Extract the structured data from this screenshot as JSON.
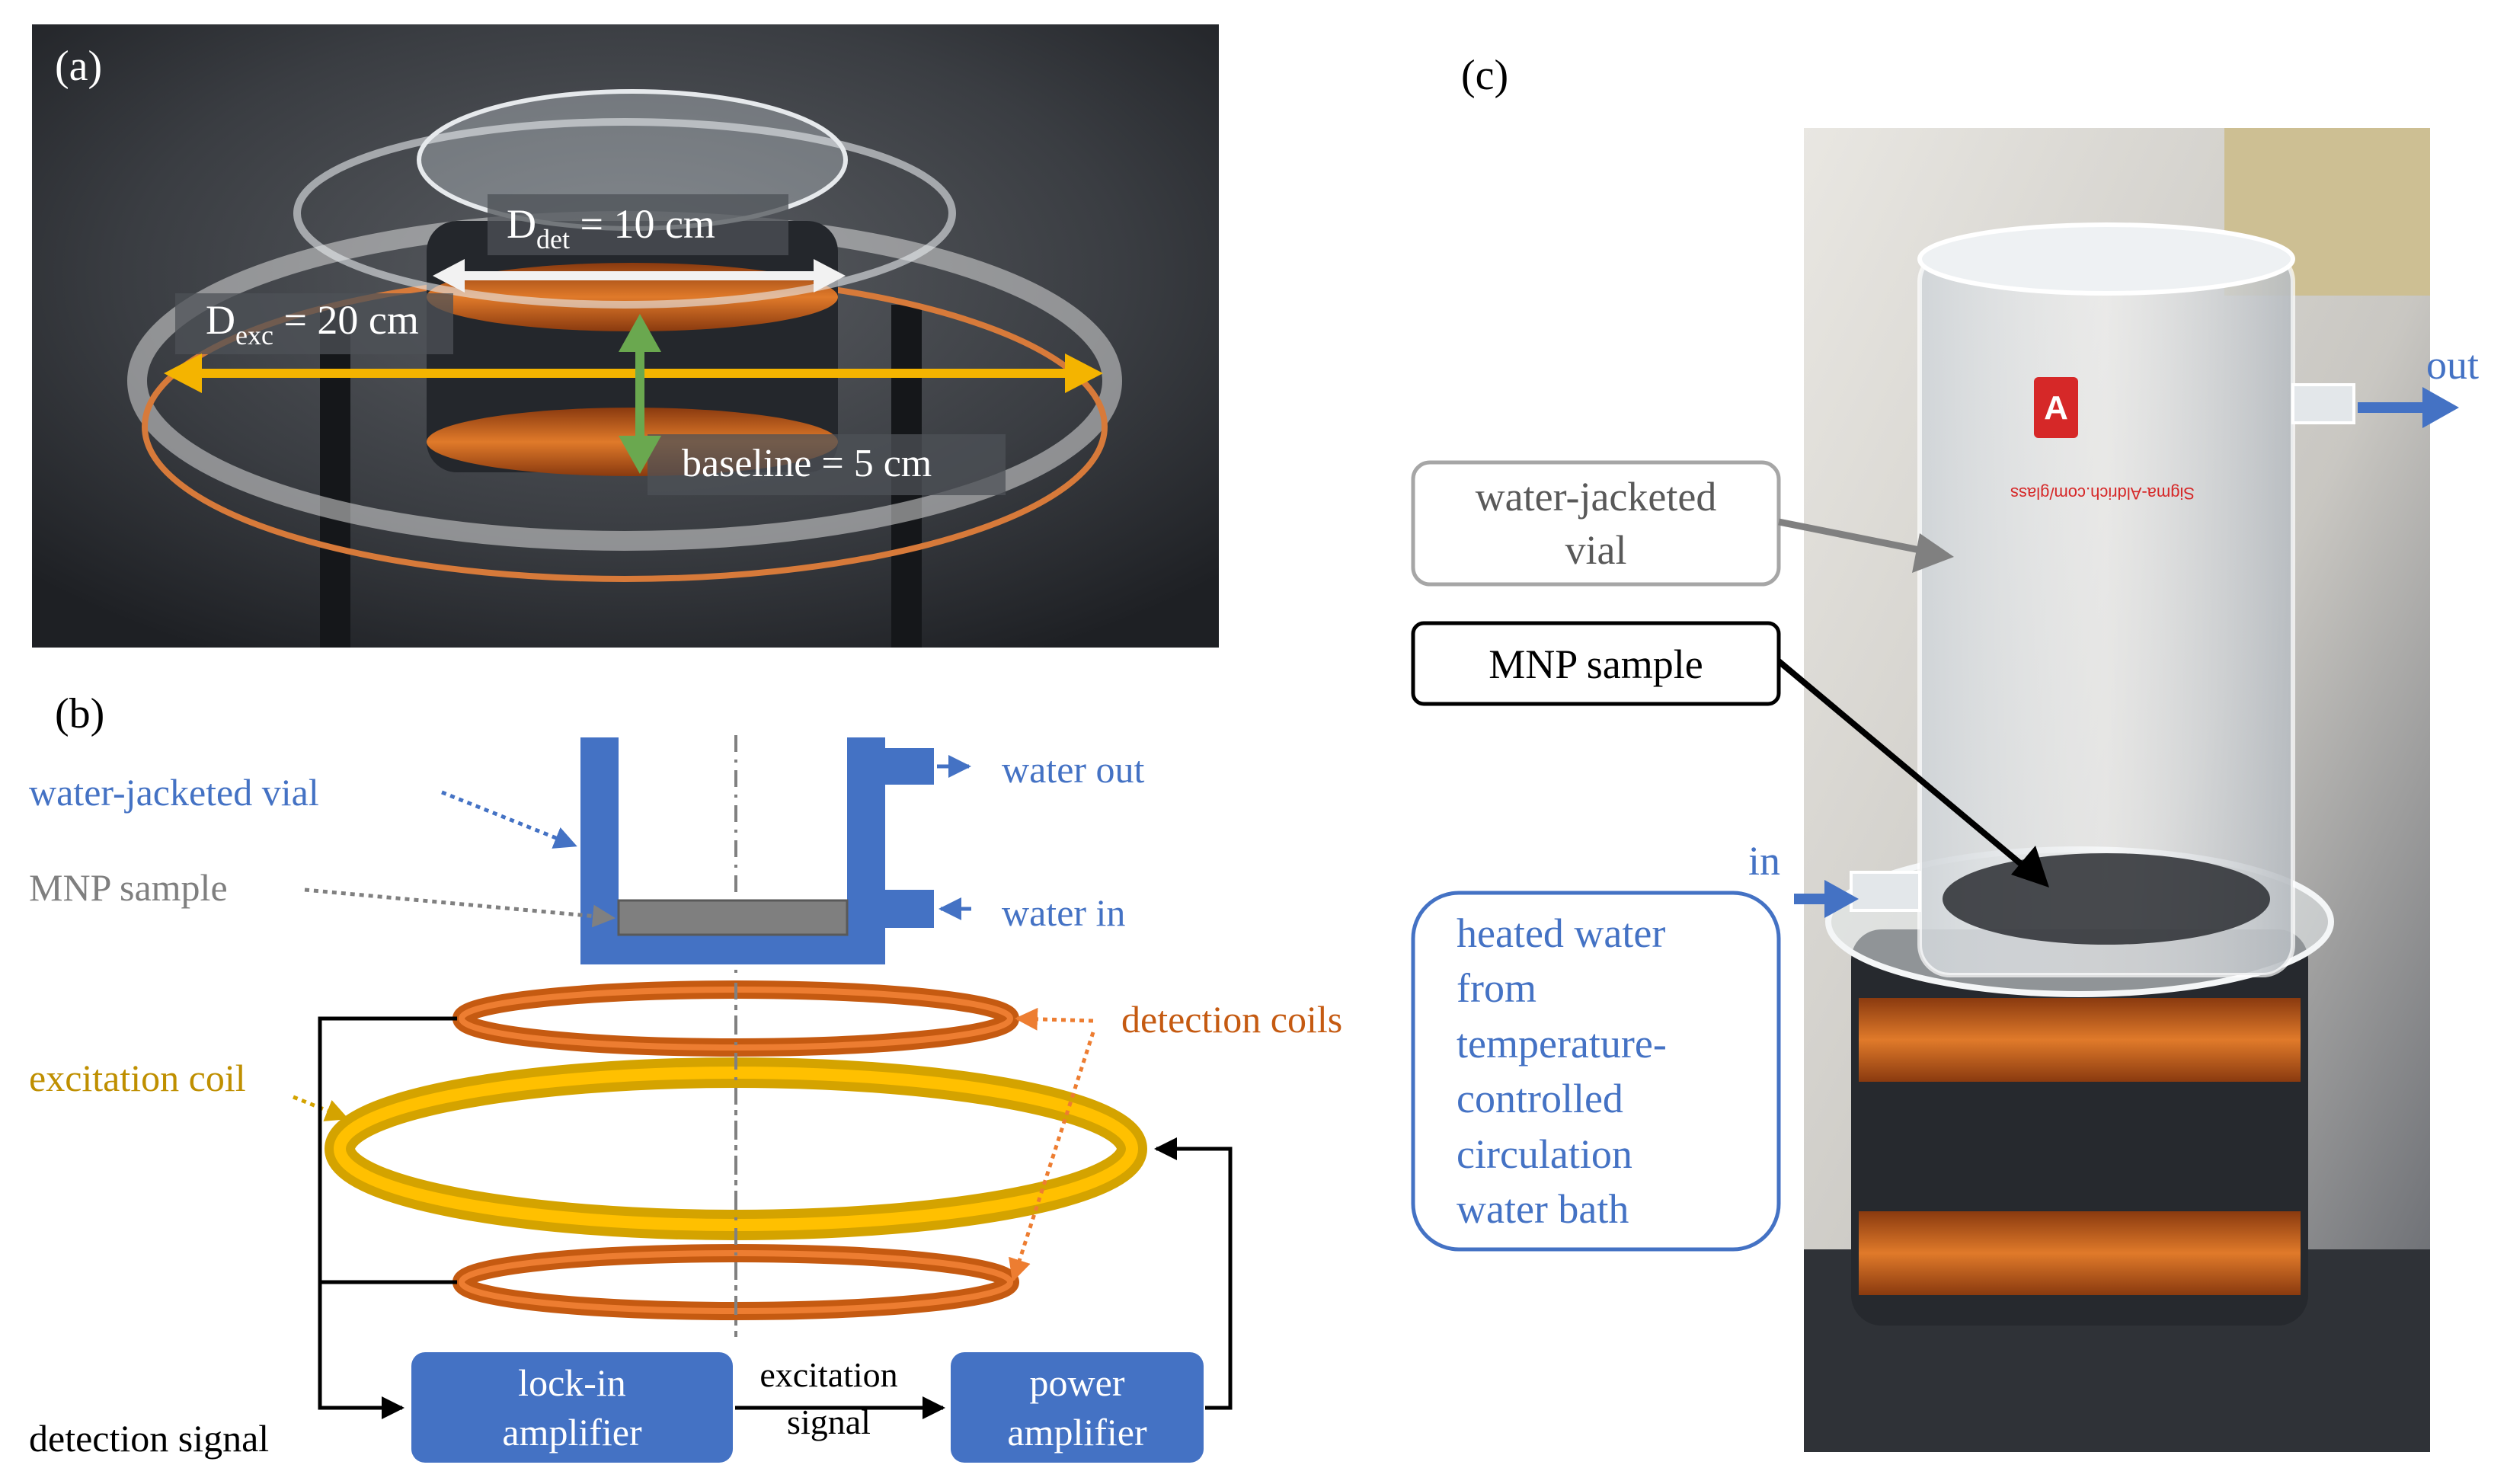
{
  "panels": {
    "a": {
      "label": "(a)",
      "d_det": {
        "main": "D",
        "sub": "det",
        "rest": " = 10 cm"
      },
      "d_exc": {
        "main": "D",
        "sub": "exc",
        "rest": " = 20 cm"
      },
      "baseline": "baseline = 5 cm"
    },
    "b": {
      "label": "(b)",
      "water_jacketed_vial": "water-jacketed vial",
      "mnp_sample": "MNP sample",
      "water_out": "water out",
      "water_in": "water in",
      "detection_coils": "detection coils",
      "excitation_coil": "excitation coil",
      "lock_in_line1": "lock-in",
      "lock_in_line2": "amplifier",
      "power_line1": "power",
      "power_line2": "amplifier",
      "excitation_signal_line1": "excitation",
      "excitation_signal_line2": "signal",
      "detection_signal": "detection signal"
    },
    "c": {
      "label": "(c)",
      "out": "out",
      "in": "in",
      "vial_line1": "water-jacketed",
      "vial_line2": "vial",
      "mnp_sample": "MNP sample",
      "heated_lines": [
        "heated water",
        "from",
        "temperature-",
        "controlled",
        "circulation",
        "water bath"
      ],
      "bottle_logo": "A",
      "bottle_text": "Sigma-Aldrich.com/glass"
    }
  },
  "colors": {
    "blue": "#4472c4",
    "vial_fill": "#4472c4",
    "sample_gray": "#7f7f7f",
    "detection_orange": "#c55a11",
    "detection_label": "#c55a11",
    "excitation_yellow": "#ffc000",
    "excitation_label": "#bf8f00",
    "gold_arrow": "#f4b400",
    "green_arrow": "#6aa84f",
    "gray_arrow": "#808080"
  }
}
